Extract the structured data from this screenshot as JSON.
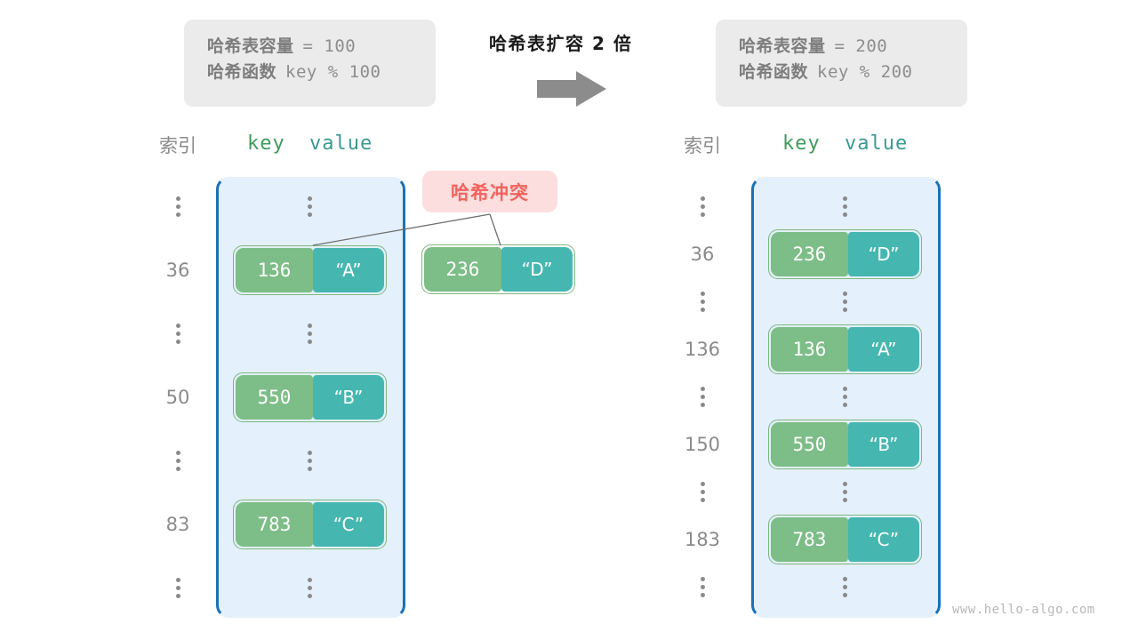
{
  "colors": {
    "bucket_fill": "#e4f0fb",
    "bucket_border": "#1a72b8",
    "key_cell": "#7dbd87",
    "value_cell": "#45b7b0",
    "pair_outline": "#7cb87f",
    "badge_bg": "#fbdedd",
    "badge_text": "#f2635e",
    "info_bg": "#ebebeb",
    "label_gray": "#8a8a8a",
    "arrow_gray": "#8c8c8c"
  },
  "center": {
    "title": "哈希表扩容 2 倍",
    "arrow_icon": "arrow-right-icon"
  },
  "left_info": {
    "lines": [
      {
        "label": "哈希表容量",
        "value": "= 100"
      },
      {
        "label": "哈希函数",
        "value": "key % 100"
      }
    ]
  },
  "right_info": {
    "lines": [
      {
        "label": "哈希表容量",
        "value": "= 200"
      },
      {
        "label": "哈希函数",
        "value": "key % 200"
      }
    ]
  },
  "headers": {
    "index": "索引",
    "key": "key",
    "value": "value"
  },
  "left_table": {
    "rows": [
      {
        "type": "ellipsis",
        "index": ""
      },
      {
        "type": "entry",
        "index": "36",
        "key": "136",
        "value": "“A”"
      },
      {
        "type": "ellipsis",
        "index": ""
      },
      {
        "type": "entry",
        "index": "50",
        "key": "550",
        "value": "“B”"
      },
      {
        "type": "ellipsis",
        "index": ""
      },
      {
        "type": "entry",
        "index": "83",
        "key": "783",
        "value": "“C”"
      },
      {
        "type": "ellipsis",
        "index": ""
      }
    ]
  },
  "right_table": {
    "rows": [
      {
        "type": "ellipsis",
        "index": ""
      },
      {
        "type": "entry",
        "index": "36",
        "key": "236",
        "value": "“D”"
      },
      {
        "type": "ellipsis",
        "index": ""
      },
      {
        "type": "entry",
        "index": "136",
        "key": "136",
        "value": "“A”"
      },
      {
        "type": "ellipsis",
        "index": ""
      },
      {
        "type": "entry",
        "index": "150",
        "key": "550",
        "value": "“B”"
      },
      {
        "type": "ellipsis",
        "index": ""
      },
      {
        "type": "entry",
        "index": "183",
        "key": "783",
        "value": "“C”"
      },
      {
        "type": "ellipsis",
        "index": ""
      }
    ]
  },
  "collision": {
    "badge_label": "哈希冲突",
    "colliding_entry": {
      "key": "236",
      "value": "“D”"
    }
  },
  "watermark": "www.hello-algo.com"
}
